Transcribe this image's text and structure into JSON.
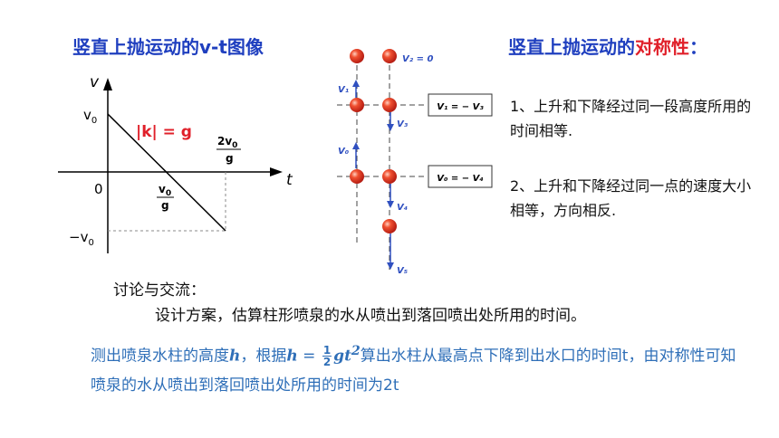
{
  "titles": {
    "left": "竖直上抛运动的v-t图像",
    "right_prefix": "竖直上抛运动的",
    "right_highlight": "对称性",
    "right_suffix": "："
  },
  "graph": {
    "axis_v": "v",
    "axis_t": "t",
    "origin": "0",
    "v0": "v",
    "v0_sub": "0",
    "neg_v0": "−v",
    "neg_v0_sub": "0",
    "slope_label": "|k| = g",
    "tick1_num": "v",
    "tick1_num_sub": "0",
    "tick1_den": "g",
    "tick2_num": "2v",
    "tick2_num_sub": "0",
    "tick2_den": "g"
  },
  "diagram": {
    "v2": "V₂ = 0",
    "v1": "V₁",
    "v3": "V₃",
    "v0": "V₀",
    "v4": "V₄",
    "v5": "V₅",
    "box1": "V₁ = − V₃",
    "box2": "V₀ = − V₄"
  },
  "points": {
    "p1": "1、上升和下降经过同一段高度所用的时间相等.",
    "p2": "2、上升和下降经过同一点的速度大小相等，方向相反."
  },
  "discussion": {
    "label": "讨论与交流：",
    "task": "设计方案，估算柱形喷泉的水从喷出到落回喷出处所用的时间。"
  },
  "answer": {
    "part1": "测出喷泉水柱的高度",
    "var_h": "h",
    "part2": "，根据",
    "eq_lhs": "h",
    "eq_eq": " = ",
    "frac_num": "1",
    "frac_den": "2",
    "eq_rhs_g": "g",
    "eq_rhs_t": "t",
    "eq_rhs_exp": "2",
    "part3": "算出水柱从最高点下降到出水口的时间t，由对称性可知喷泉的水从喷出到落回喷出处所用的时间为2t"
  },
  "colors": {
    "title_blue": "#1f3fbf",
    "highlight_red": "#e0202a",
    "answer_blue": "#2f6fb8",
    "ball_red": "#e03a2a",
    "arrow_blue": "#3050c0"
  }
}
